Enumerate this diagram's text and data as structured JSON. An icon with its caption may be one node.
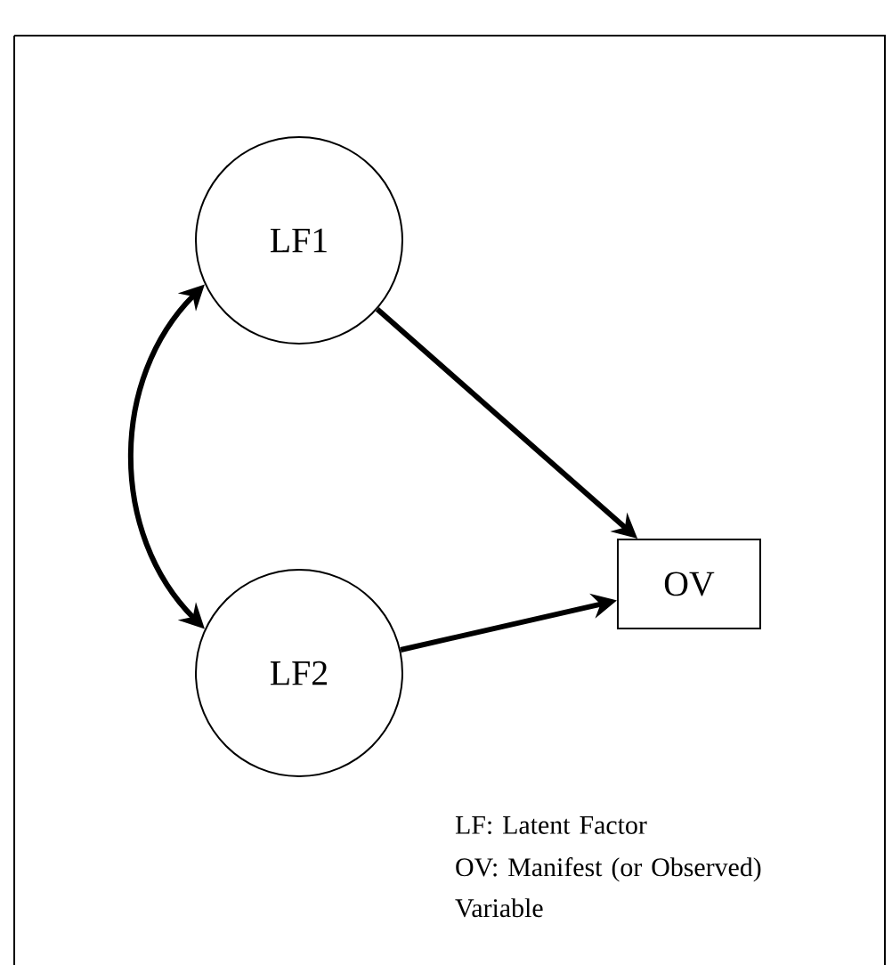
{
  "diagram": {
    "nodes": [
      {
        "text": [
          "LF1"
        ]
      },
      {
        "text": [
          "LF2"
        ]
      },
      {
        "text": [
          "OV"
        ]
      }
    ],
    "edges": [
      {
        "from": 0,
        "to": 2,
        "arrow": "to"
      },
      {
        "from": 1,
        "to": 2,
        "arrow": "to"
      },
      {
        "from": 0,
        "to": 1,
        "arrow": "both"
      }
    ],
    "labels": [
      "LF: Latent Factor",
      "OV: Manifest (or Observed) Variable"
    ]
  }
}
